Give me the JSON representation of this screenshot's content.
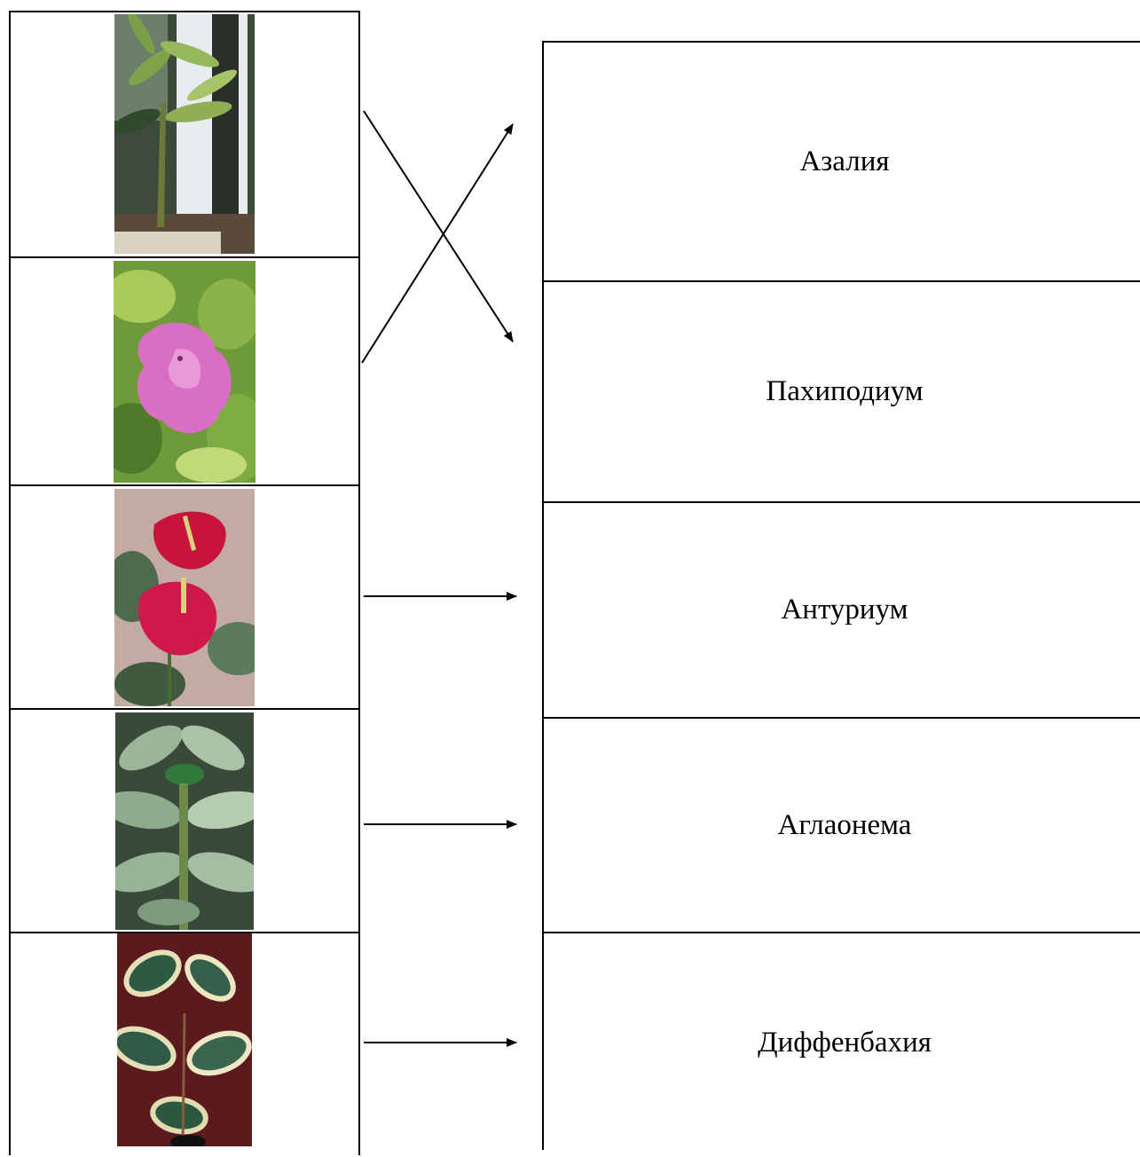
{
  "header": {
    "text": ""
  },
  "photos": [
    {
      "icon": "pachypodium-photo"
    },
    {
      "icon": "azalea-photo"
    },
    {
      "icon": "anthurium-photo"
    },
    {
      "icon": "aglaonema-photo"
    },
    {
      "icon": "variegated-ficus-photo"
    }
  ],
  "names": [
    {
      "label": "Азалия"
    },
    {
      "label": "Пахиподиум"
    },
    {
      "label": "Антуриум"
    },
    {
      "label": "Аглаонема"
    },
    {
      "label": "Диффенбахия"
    }
  ],
  "colors": {
    "line": "#000000",
    "background": "#ffffff"
  }
}
